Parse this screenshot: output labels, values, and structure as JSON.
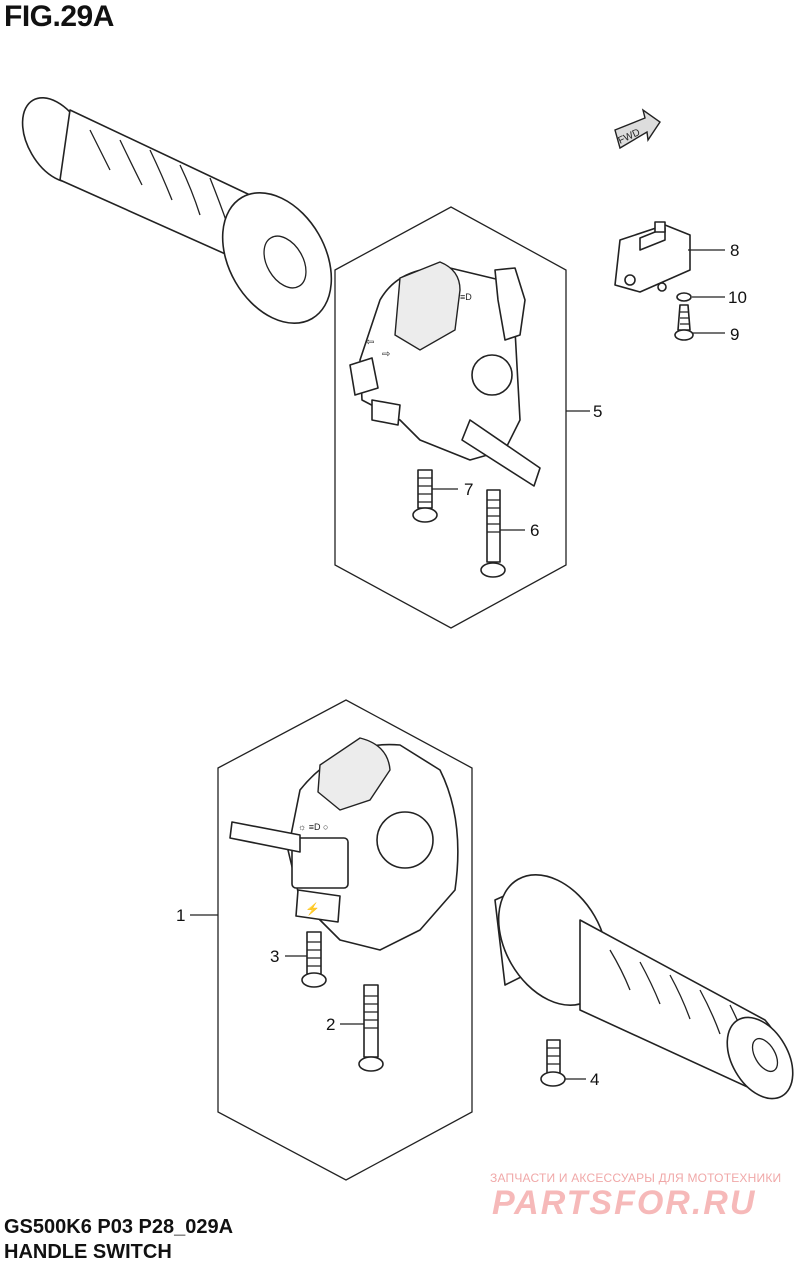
{
  "figure": {
    "title": "FIG.29A",
    "model_code": "GS500K6 P03 P28_029A",
    "name": "HANDLE SWITCH",
    "fwd_label": "FWD"
  },
  "callouts": [
    "1",
    "2",
    "3",
    "4",
    "5",
    "6",
    "7",
    "8",
    "9",
    "10"
  ],
  "switch_symbols": {
    "left_switch_modes": "☼ ≡D ○"
  },
  "watermark": {
    "line1": "ЗАПЧАСТИ И АКСЕССУАРЫ ДЛЯ МОТОТЕХНИКИ",
    "line2": "PARTSFOR.RU"
  }
}
